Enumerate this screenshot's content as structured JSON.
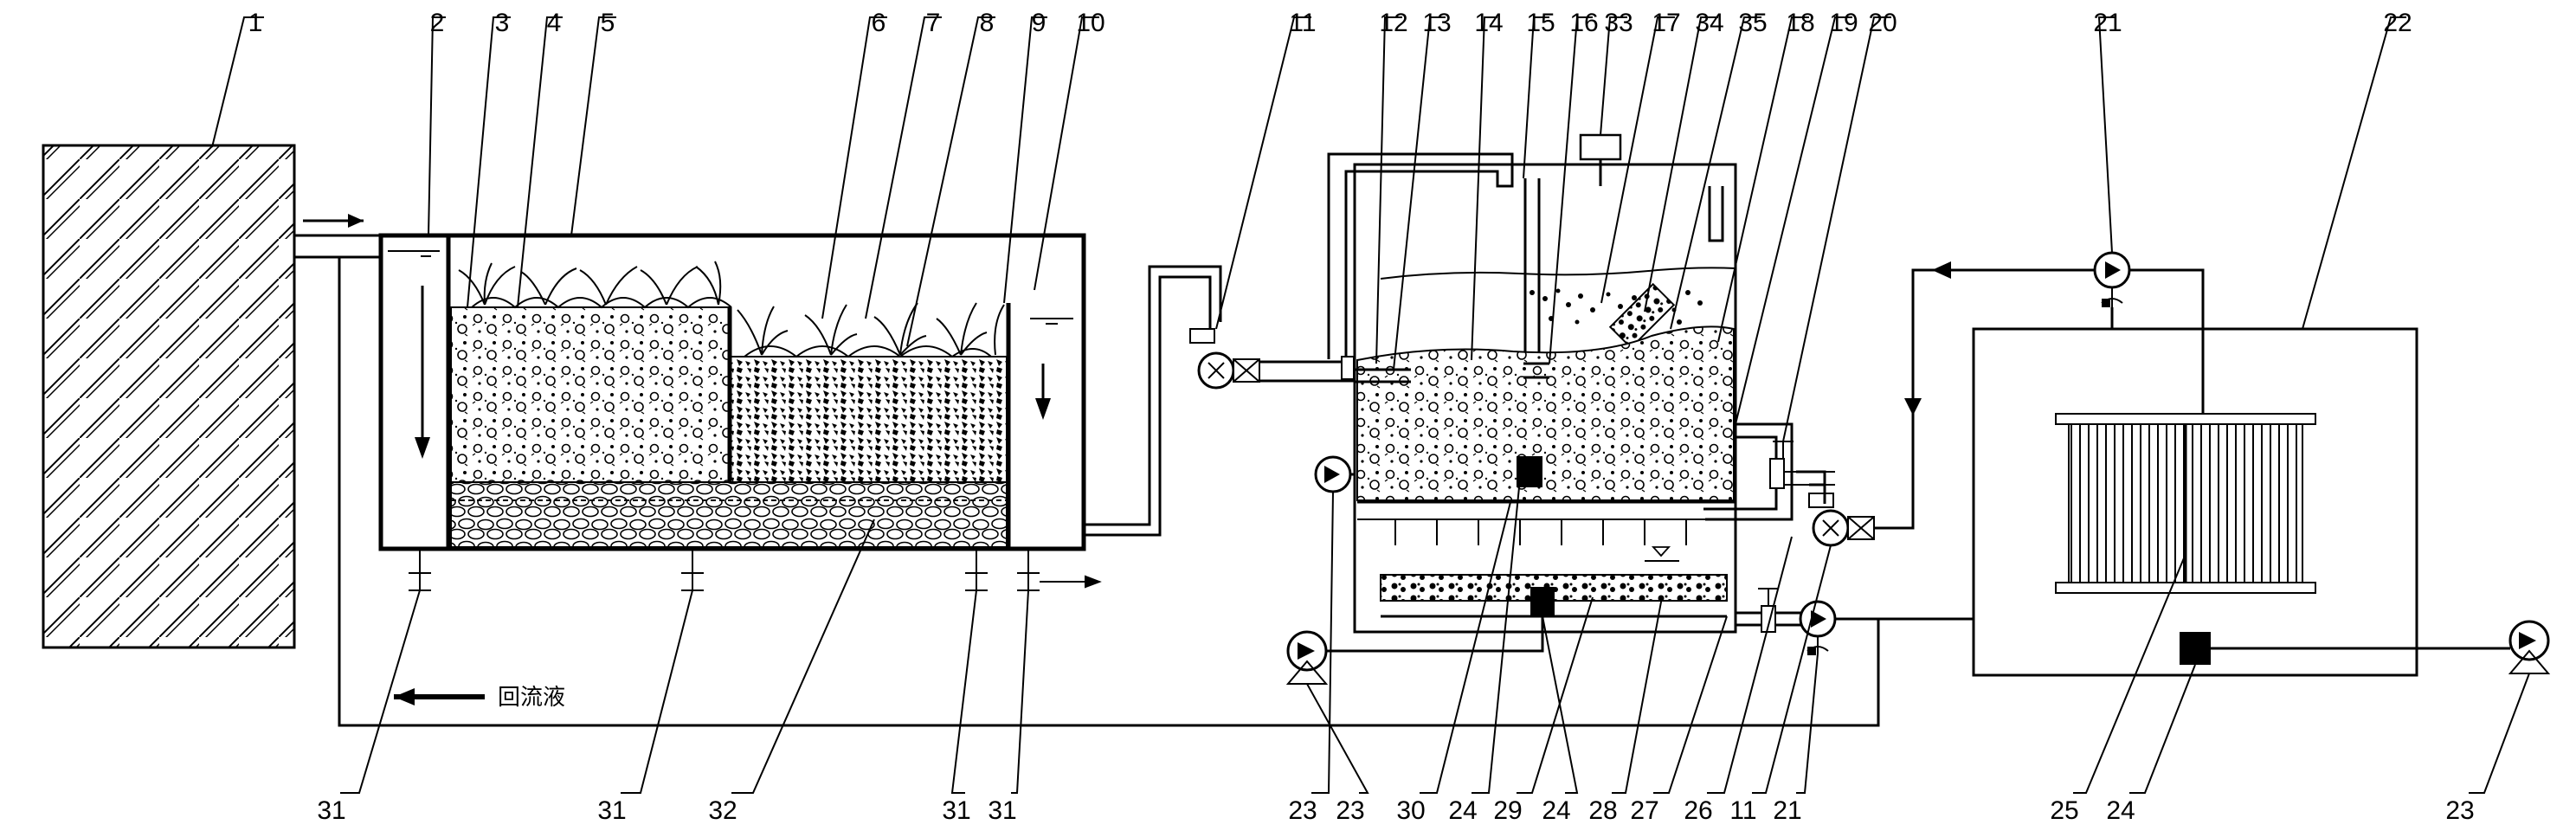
{
  "diagram": {
    "callouts_top": [
      "1",
      "2",
      "3",
      "4",
      "5",
      "6",
      "7",
      "8",
      "9",
      "10",
      "11",
      "12",
      "13",
      "14",
      "15",
      "16",
      "33",
      "17",
      "34",
      "35",
      "18",
      "19",
      "20",
      "21",
      "22"
    ],
    "callouts_bottom": [
      "31",
      "31",
      "32",
      "31",
      "31",
      "23",
      "23",
      "30",
      "24",
      "29",
      "24",
      "28",
      "27",
      "26",
      "11",
      "21",
      "25",
      "24",
      "23"
    ],
    "reflux_label": "回流液"
  }
}
